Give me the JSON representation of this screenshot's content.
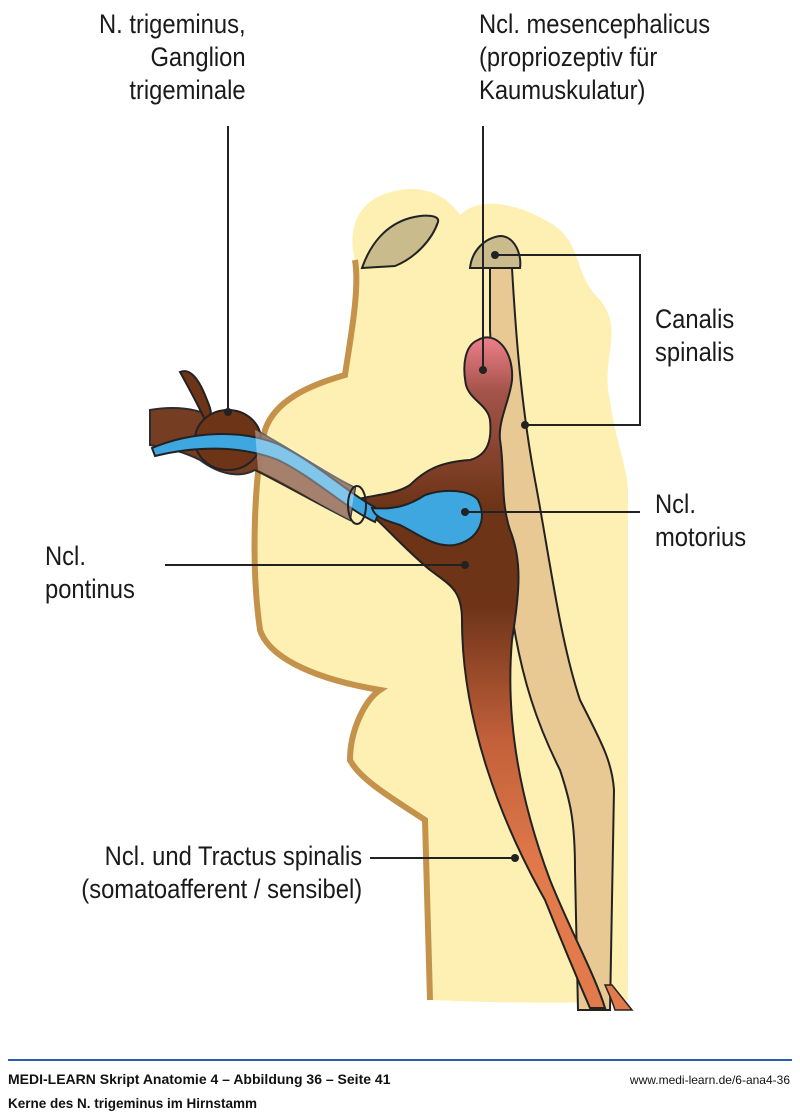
{
  "labels": {
    "trigeminus": [
      "N. trigeminus,",
      "Ganglion",
      "trigeminale"
    ],
    "mesencephalicus": [
      "Ncl. mesencephalicus",
      "(propriozeptiv für",
      "Kaumuskulatur)"
    ],
    "canalis": [
      "Canalis",
      "spinalis"
    ],
    "motorius": [
      "Ncl.",
      "motorius"
    ],
    "pontinus": [
      "Ncl.",
      "pontinus"
    ],
    "spinalis": [
      "Ncl. und Tractus spinalis",
      "(somatoafferent / sensibel)"
    ]
  },
  "footer": {
    "source": "MEDI-LEARN Skript Anatomie 4 – Abbildung 36 – Seite 41",
    "url": "www.medi-learn.de/6-ana4-36",
    "caption": "Kerne des N. trigeminus im Hirnstamm"
  },
  "colors": {
    "tissue": "#fdf0b2",
    "pons_border": "#c4924a",
    "canal": "#e8c893",
    "brown": "#6e3418",
    "orange": "#e27a4b",
    "blue": "#3ea7df",
    "pink": "#ee7f8b",
    "rule": "#2a5db0"
  }
}
